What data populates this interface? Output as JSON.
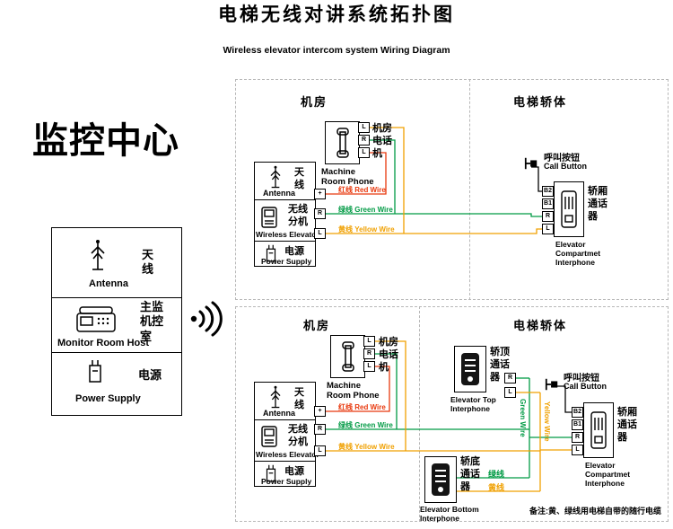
{
  "title": {
    "zh": "电梯无线对讲系统拓扑图",
    "en": "Wireless elevator intercom system Wiring Diagram"
  },
  "monitor_center": {
    "heading": "监控中心",
    "rows": [
      {
        "zh": "天线",
        "en": "Antenna",
        "icon": "antenna-icon"
      },
      {
        "zh": "主监机控室",
        "en": "Monitor Room Host",
        "icon": "desk-phone-icon"
      },
      {
        "zh": "电源",
        "en": "Power Supply",
        "icon": "power-adapter-icon"
      }
    ]
  },
  "sections": {
    "top": {
      "machine_room_label": "机房",
      "elevator_body_label": "电梯轿体",
      "machine_room_phone": {
        "zh": "机房电话机",
        "en": "Machine Room Phone",
        "terminals": [
          "L",
          "R",
          "L"
        ]
      },
      "wireless_unit": {
        "antenna_zh": "天线",
        "antenna_en": "Antenna",
        "extension_zh": "无线分机",
        "unit_en": "Wireless Elevator",
        "power_zh": "电源",
        "power_en": "Power Supply",
        "terminals": [
          "+",
          "R",
          "L"
        ]
      },
      "wire_labels": {
        "red": "红线 Red Wire",
        "green": "绿线 Green Wire",
        "yellow": "黄线 Yellow Wire"
      },
      "call_button": {
        "zh": "呼叫按钮",
        "en": "Call Button"
      },
      "compartment_interphone": {
        "zh": "轿厢通话器",
        "en_lines": [
          "Elevator",
          "Compartmet",
          "Interphone"
        ],
        "terminals": [
          "B2",
          "B1",
          "R",
          "L"
        ]
      }
    },
    "bottom": {
      "machine_room_label": "机房",
      "elevator_body_label": "电梯轿体",
      "machine_room_phone": {
        "zh": "机房电话机",
        "en": "Machine Room Phone",
        "terminals": [
          "L",
          "R",
          "L"
        ]
      },
      "wireless_unit": {
        "antenna_zh": "天线",
        "antenna_en": "Antenna",
        "extension_zh": "无线分机",
        "unit_en": "Wireless Elevator",
        "power_zh": "电源",
        "power_en": "Power Supply",
        "terminals": [
          "+",
          "R",
          "L"
        ]
      },
      "wire_labels": {
        "red": "红线 Red Wire",
        "green": "绿线 Green Wire",
        "yellow": "黄线 Yellow Wire"
      },
      "call_button": {
        "zh": "呼叫按钮",
        "en": "Call Button"
      },
      "compartment_interphone": {
        "zh": "轿厢通话器",
        "en_lines": [
          "Elevator",
          "Compartmet",
          "Interphone"
        ],
        "terminals": [
          "B2",
          "B1",
          "R",
          "L"
        ]
      },
      "top_interphone": {
        "zh": "轿顶通话器",
        "en": "Elevator Top Interphone",
        "terminals": [
          "R",
          "L"
        ]
      },
      "bottom_interphone": {
        "zh": "轿底通话器",
        "en": "Elevator Bottom Interphone",
        "green_label": "绿线",
        "yellow_label": "黄线"
      },
      "vertical_labels": {
        "green": "Green Wire",
        "yellow": "Yellow Wire"
      }
    }
  },
  "note": "备注:黄、绿线用电梯自带的随行电缆",
  "colors": {
    "red_wire": "#e8380d",
    "green_wire": "#009a44",
    "yellow_wire": "#f0a000",
    "line": "#000000"
  }
}
